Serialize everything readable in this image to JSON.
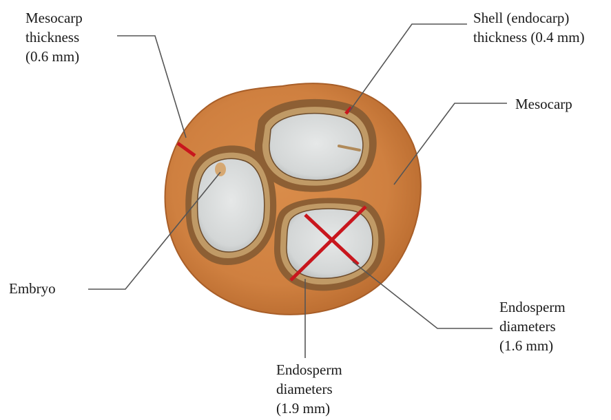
{
  "labels": {
    "mesocarp_thickness": [
      "Mesocarp",
      "thickness",
      "(0.6 mm)"
    ],
    "shell_thickness": [
      "Shell (endocarp)",
      "thickness (0.4 mm)"
    ],
    "mesocarp": [
      "Mesocarp"
    ],
    "embryo": [
      "Embryo"
    ],
    "endosperm_right": [
      "Endosperm",
      "diameters",
      "(1.6 mm)"
    ],
    "endosperm_bottom": [
      "Endosperm",
      "diameters",
      "(1.9 mm)"
    ]
  },
  "colors": {
    "fruit_outer": "#d28443",
    "fruit_inner": "#c97a3c",
    "shell": "#8a5d33",
    "shell_ring": "#b8915e",
    "endosperm": "#d9dcdc",
    "measure_mark": "#c8161d",
    "leader_line": "#555555"
  }
}
